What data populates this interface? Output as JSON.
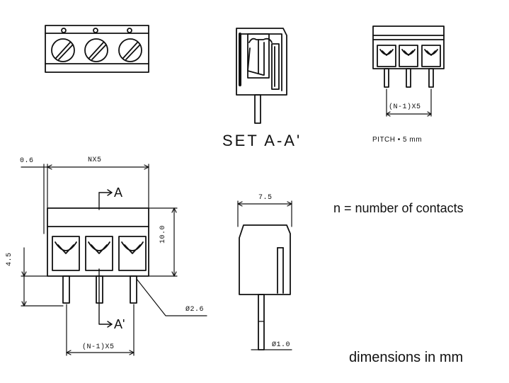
{
  "labels": {
    "section_title": "SET A-A'",
    "pitch": "PITCH • 5 mm",
    "pitch_formula": "(N-1)X5",
    "overall_width": "NX5",
    "offset": "0.6",
    "height": "10.0",
    "pin_length": "4.5",
    "pin_diameter": "Ø2.6",
    "side_width": "7.5",
    "side_pin_diameter": "Ø1.0",
    "section_marker_top": "A",
    "section_marker_bottom": "A'",
    "bottom_pitch_formula": "(N-1)X5",
    "n_definition": "n = number of contacts",
    "units_note": "dimensions in mm"
  }
}
